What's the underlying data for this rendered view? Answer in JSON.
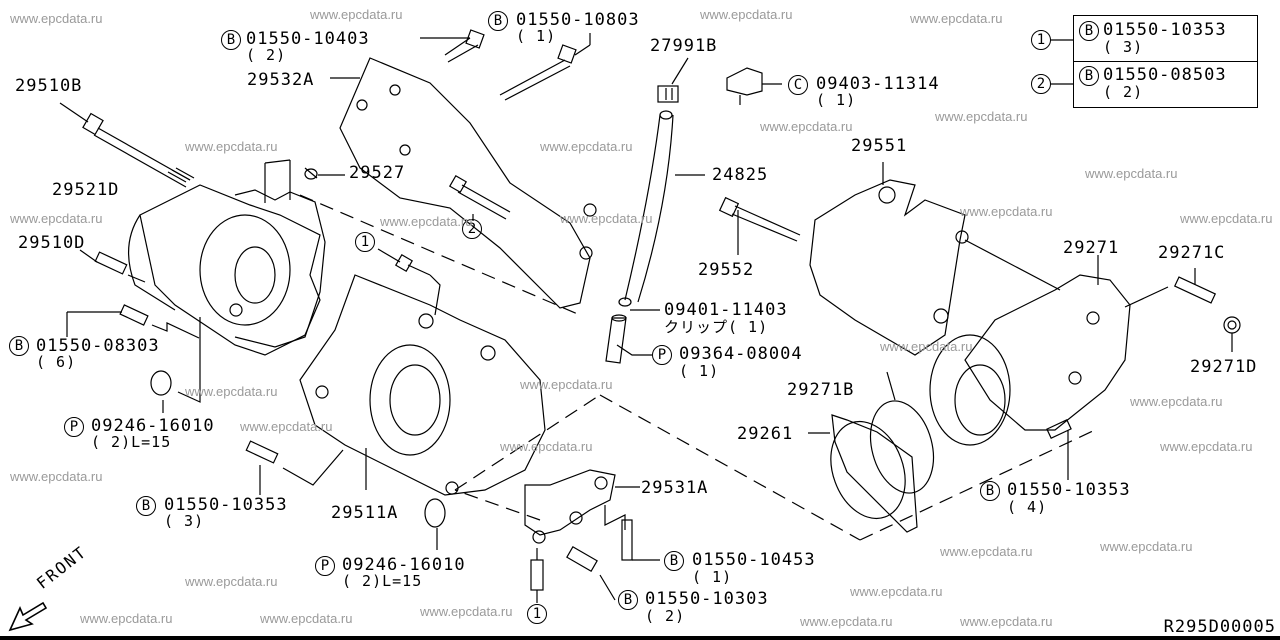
{
  "diagram": {
    "watermark": "www.epcdata.ru",
    "drawing_code": "R295D00005",
    "front_label": "FRONT",
    "legend": [
      {
        "ref": "1",
        "prefix": "B",
        "part": "01550-10353",
        "qty": "( 3)"
      },
      {
        "ref": "2",
        "prefix": "B",
        "part": "01550-08503",
        "qty": "( 2)"
      }
    ],
    "callouts": {
      "c_b_01550_10403": {
        "prefix": "B",
        "part": "01550-10403",
        "qty": "( 2)"
      },
      "c_b_01550_10803": {
        "prefix": "B",
        "part": "01550-10803",
        "qty": "( 1)"
      },
      "c_27991b": {
        "part": "27991B"
      },
      "c_c_09403_11314": {
        "prefix": "C",
        "part": "09403-11314",
        "qty": "( 1)"
      },
      "c_29510b": {
        "part": "29510B"
      },
      "c_29532a": {
        "part": "29532A"
      },
      "c_29527": {
        "part": "29527"
      },
      "c_24825": {
        "part": "24825"
      },
      "c_29551": {
        "part": "29551"
      },
      "c_29521d": {
        "part": "29521D"
      },
      "c_29510d": {
        "part": "29510D"
      },
      "c_29552": {
        "part": "29552"
      },
      "c_29271": {
        "part": "29271"
      },
      "c_29271c": {
        "part": "29271C"
      },
      "c_09401_11403": {
        "part": "09401-11403",
        "qty": "クリップ( 1)"
      },
      "c_b_01550_08303": {
        "prefix": "B",
        "part": "01550-08303",
        "qty": "( 6)"
      },
      "c_p_09364_08004": {
        "prefix": "P",
        "part": "09364-08004",
        "qty": "( 1)"
      },
      "c_29271d": {
        "part": "29271D"
      },
      "c_29271b": {
        "part": "29271B"
      },
      "c_p_09246_16010_a": {
        "prefix": "P",
        "part": "09246-16010",
        "qty": "( 2)L=15"
      },
      "c_29261": {
        "part": "29261"
      },
      "c_29531a": {
        "part": "29531A"
      },
      "c_b_01550_10353_a": {
        "prefix": "B",
        "part": "01550-10353",
        "qty": "( 3)"
      },
      "c_29511a": {
        "part": "29511A"
      },
      "c_b_01550_10353_b": {
        "prefix": "B",
        "part": "01550-10353",
        "qty": "( 4)"
      },
      "c_p_09246_16010_b": {
        "prefix": "P",
        "part": "09246-16010",
        "qty": "( 2)L=15"
      },
      "c_b_01550_10453": {
        "prefix": "B",
        "part": "01550-10453",
        "qty": "( 1)"
      },
      "c_b_01550_10303": {
        "prefix": "B",
        "part": "01550-10303",
        "qty": "( 2)"
      }
    },
    "ref_markers": {
      "m1_top": "1",
      "m2_mid": "2",
      "m1_bottom": "1"
    }
  }
}
